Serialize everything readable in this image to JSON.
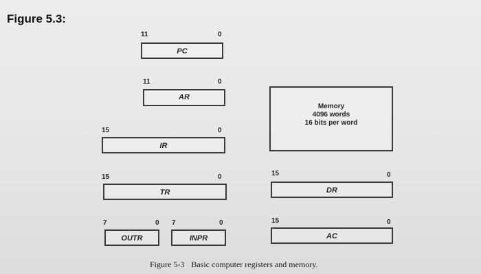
{
  "heading": "Figure 5.3:",
  "registers": {
    "pc": {
      "name": "PC",
      "msb": "11",
      "lsb": "0"
    },
    "ar": {
      "name": "AR",
      "msb": "11",
      "lsb": "0"
    },
    "ir": {
      "name": "IR",
      "msb": "15",
      "lsb": "0"
    },
    "tr": {
      "name": "TR",
      "msb": "15",
      "lsb": "0"
    },
    "dr": {
      "name": "DR",
      "msb": "15",
      "lsb": "0"
    },
    "outr": {
      "name": "OUTR",
      "msb": "7",
      "lsb": "0"
    },
    "inpr": {
      "name": "INPR",
      "msb": "7",
      "lsb": "0"
    },
    "ac": {
      "name": "AC",
      "msb": "15",
      "lsb": "0"
    }
  },
  "memory": {
    "line1": "Memory",
    "line2": "4096 words",
    "line3": "16 bits per word"
  },
  "caption": {
    "label": "Figure 5-3",
    "text": "Basic computer registers and memory."
  }
}
